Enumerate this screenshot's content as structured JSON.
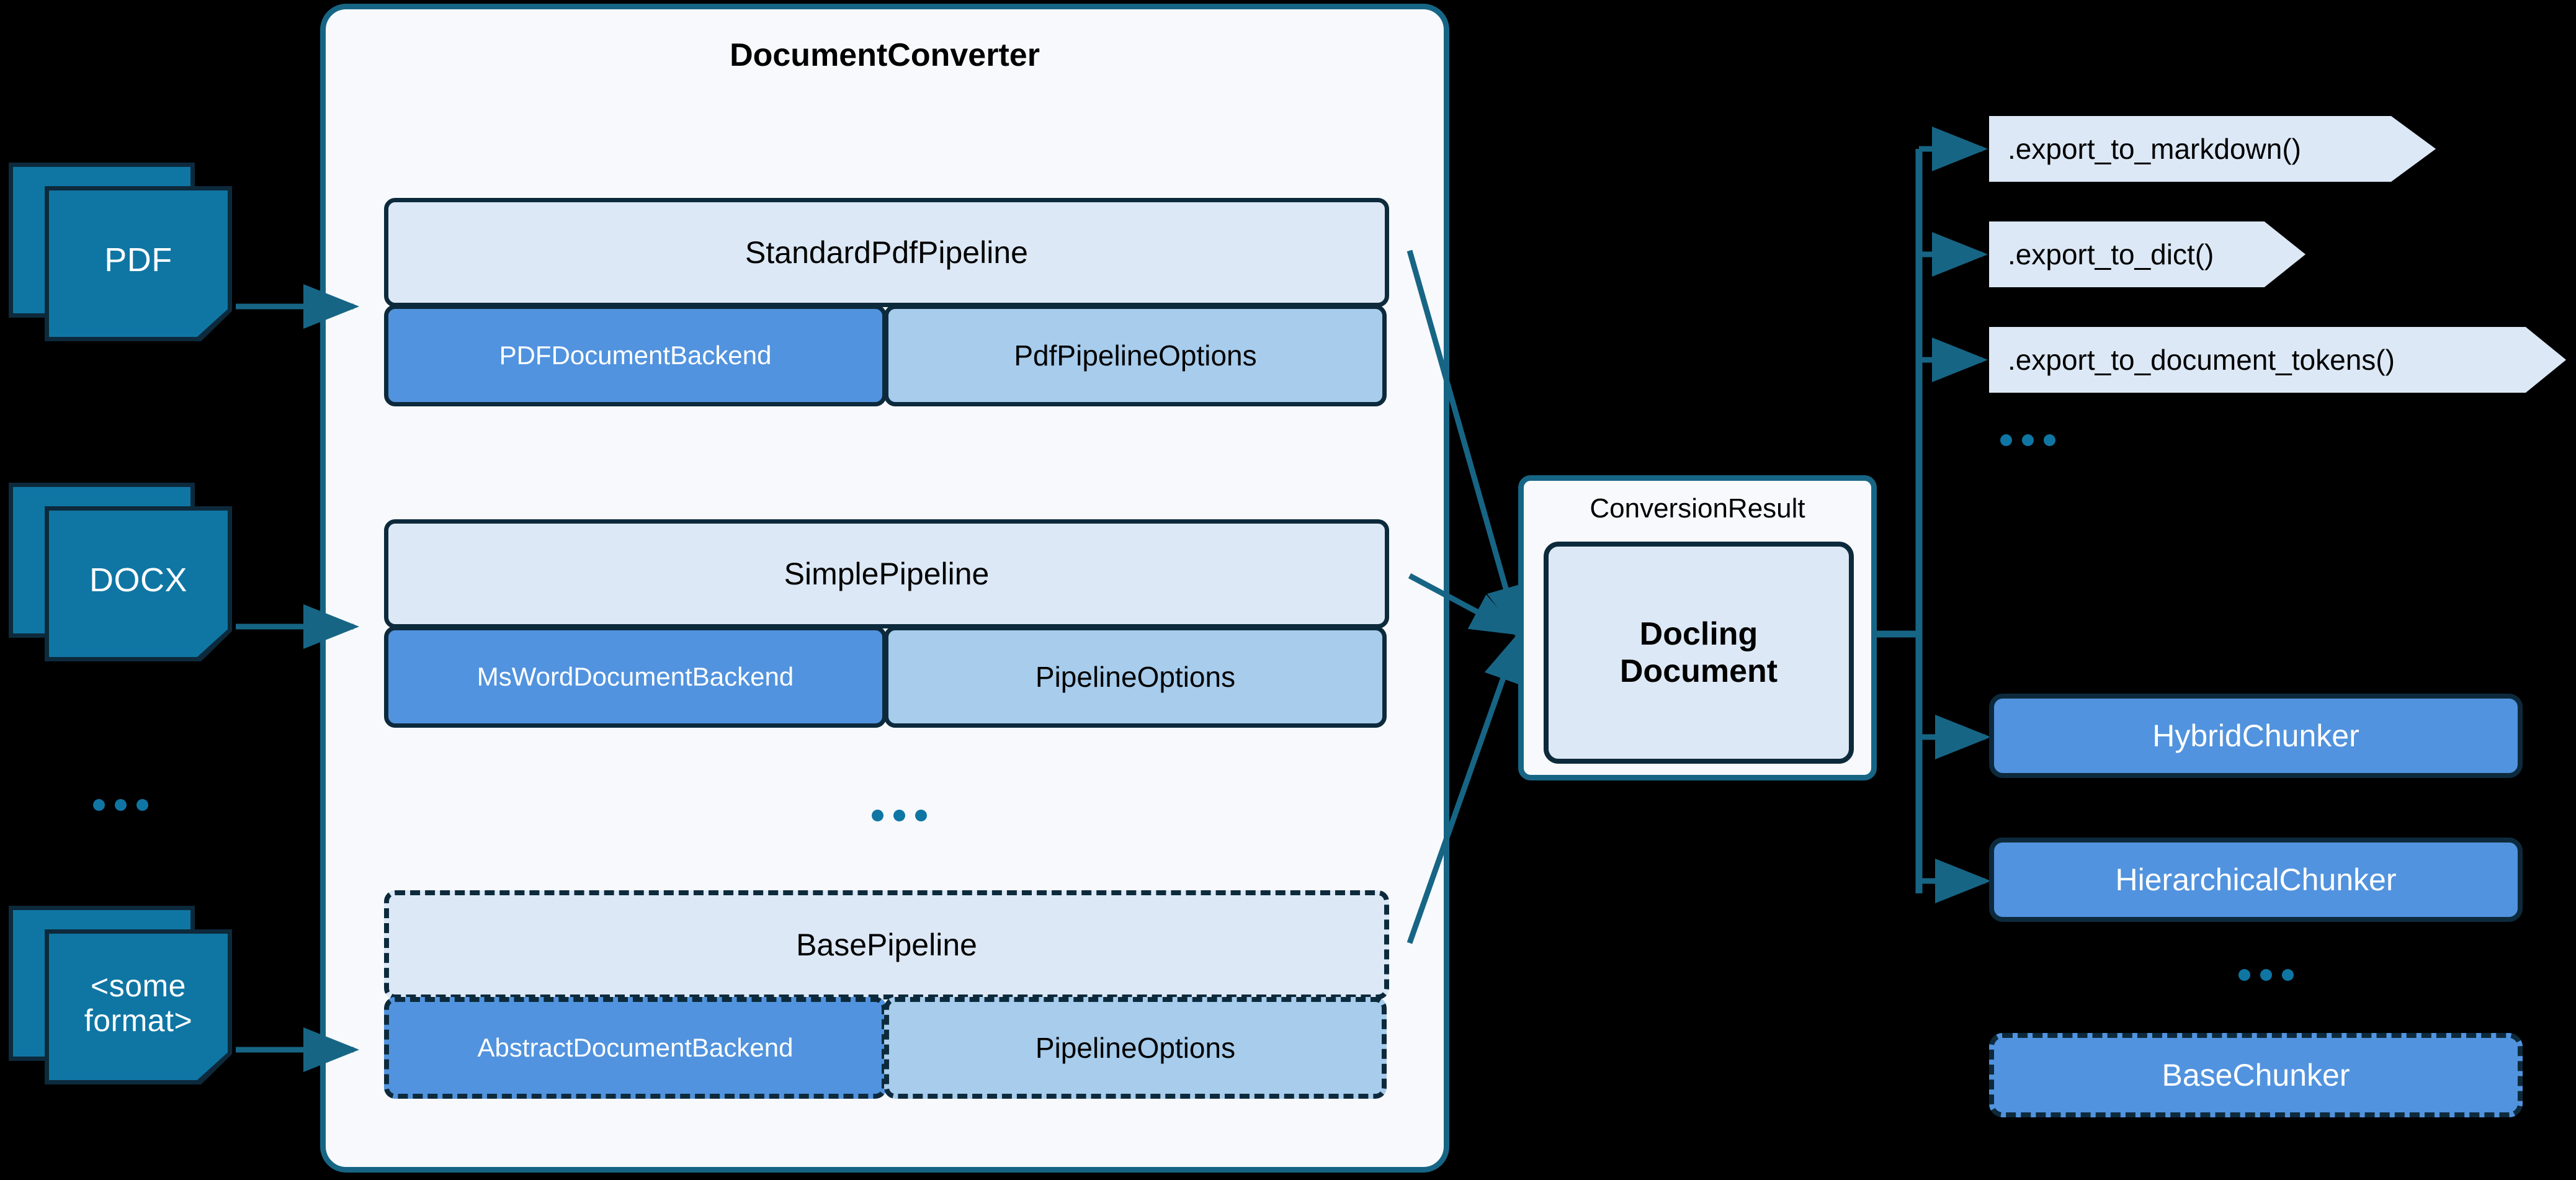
{
  "converter": {
    "title": "DocumentConverter",
    "ellipsis": "...",
    "pipelines": [
      {
        "name": "StandardPdfPipeline",
        "backend": "PDFDocumentBackend",
        "options": "PdfPipelineOptions",
        "style": "solid"
      },
      {
        "name": "SimplePipeline",
        "backend": "MsWordDocumentBackend",
        "options": "PipelineOptions",
        "style": "solid"
      },
      {
        "name": "BasePipeline",
        "backend": "AbstractDocumentBackend",
        "options": "PipelineOptions",
        "style": "dashed"
      }
    ]
  },
  "inputs": {
    "ellipsis": "...",
    "documents": [
      {
        "label": "PDF"
      },
      {
        "label": "DOCX"
      },
      {
        "label": "<some\nformat>"
      }
    ]
  },
  "result": {
    "title": "ConversionResult",
    "document": "Docling\nDocument"
  },
  "exports": {
    "ellipsis": "...",
    "methods": [
      {
        "label": ".export_to_markdown()"
      },
      {
        "label": ".export_to_dict()"
      },
      {
        "label": ".export_to_document_tokens()"
      }
    ]
  },
  "chunkers": {
    "ellipsis": "...",
    "items": [
      {
        "label": "HybridChunker",
        "style": "solid"
      },
      {
        "label": "HierarchicalChunker",
        "style": "solid"
      },
      {
        "label": "BaseChunker",
        "style": "dashed"
      }
    ]
  },
  "colors": {
    "background": "#000000",
    "panel_bg": "#F7F9FC",
    "panel_border": "#176585",
    "pipeline_head_bg": "#DCE8F5",
    "backend_bg": "#5193DE",
    "options_bg": "#A7CCEC",
    "box_border": "#0D2A3C",
    "doc_icon": "#0F76A4",
    "connector": "#176585",
    "export_bg": "#DCE8F5"
  }
}
